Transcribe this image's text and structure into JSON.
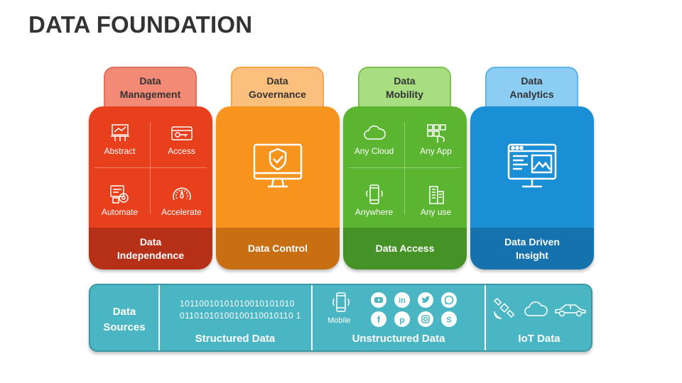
{
  "title": "DATA FOUNDATION",
  "colors": {
    "management": "#e8401c",
    "governance": "#f7941d",
    "mobility": "#5cb531",
    "analytics": "#1a8fd6",
    "sources": "#4bb6c3"
  },
  "pillars": [
    {
      "tab": [
        "Data",
        "Management"
      ],
      "items": [
        {
          "label": "Abstract",
          "icon": "abstract-icon"
        },
        {
          "label": "Access",
          "icon": "access-card-icon"
        },
        {
          "label": "Automate",
          "icon": "automate-icon"
        },
        {
          "label": "Accelerate",
          "icon": "speedometer-icon"
        }
      ],
      "footer": [
        "Data",
        "Independence"
      ]
    },
    {
      "tab": [
        "Data",
        "Governance"
      ],
      "icon": "monitor-shield-icon",
      "footer": [
        "Data Control"
      ]
    },
    {
      "tab": [
        "Data",
        "Mobility"
      ],
      "items": [
        {
          "label": "Any Cloud",
          "icon": "cloud-icon"
        },
        {
          "label": "Any App",
          "icon": "apps-icon"
        },
        {
          "label": "Anywhere",
          "icon": "smartphone-icon"
        },
        {
          "label": "Any use",
          "icon": "building-icon"
        }
      ],
      "footer": [
        "Data Access"
      ]
    },
    {
      "tab": [
        "Data",
        "Analytics"
      ],
      "icon": "analytics-monitor-icon",
      "footer": [
        "Data Driven",
        "Insight"
      ]
    }
  ],
  "sources": {
    "label": [
      "Data",
      "Sources"
    ],
    "structured": {
      "binary": [
        "10110010101010010101010",
        "01101010100100110010110 1"
      ],
      "label": "Structured Data"
    },
    "unstructured": {
      "mobile_label": "Mobile",
      "icons": [
        "youtube-icon",
        "linkedin-icon",
        "twitter-icon",
        "whatsapp-icon",
        "facebook-icon",
        "pinterest-icon",
        "instagram-icon",
        "skype-icon"
      ],
      "label": "Unstructured Data"
    },
    "iot": {
      "icons": [
        "satellite-icon",
        "cloud-icon",
        "car-icon"
      ],
      "label": "IoT Data"
    }
  }
}
